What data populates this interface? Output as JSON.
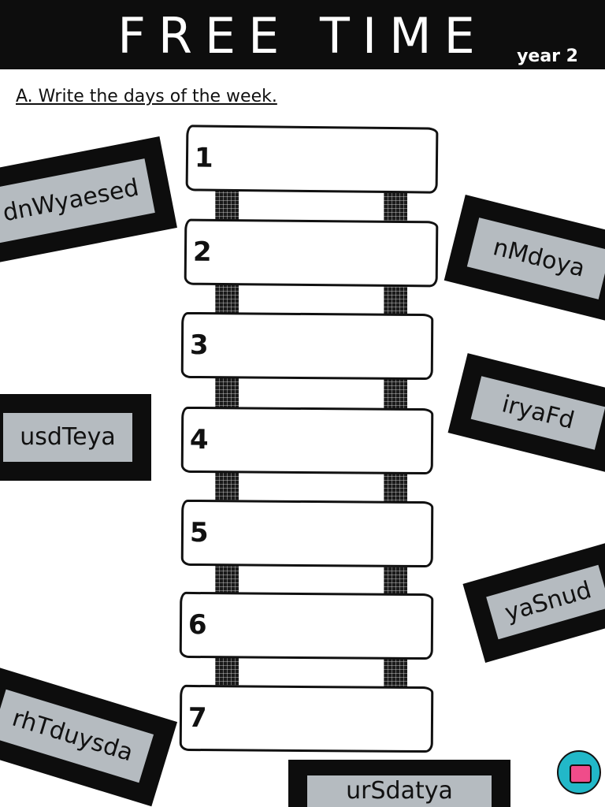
{
  "header": {
    "title": "FREE TIME",
    "subtitle": "year 2"
  },
  "instruction": "A. Write the days of the week.",
  "planks": [
    "1",
    "2",
    "3",
    "4",
    "5",
    "6",
    "7"
  ],
  "cards": {
    "c1": "dnWyaesed",
    "c2": "nMdoya",
    "c3": "usdTeya",
    "c4": "iryaFd",
    "c5": "yaSnud",
    "c6": "rhTduysda",
    "c7": "urSdatya"
  },
  "colors": {
    "header_bg": "#0d0d0d",
    "card_frame": "#0d0d0d",
    "card_fill": "#b5bbc0",
    "logo": "#22b8c8"
  },
  "icons": {
    "logo": "teacher-logo-icon"
  }
}
